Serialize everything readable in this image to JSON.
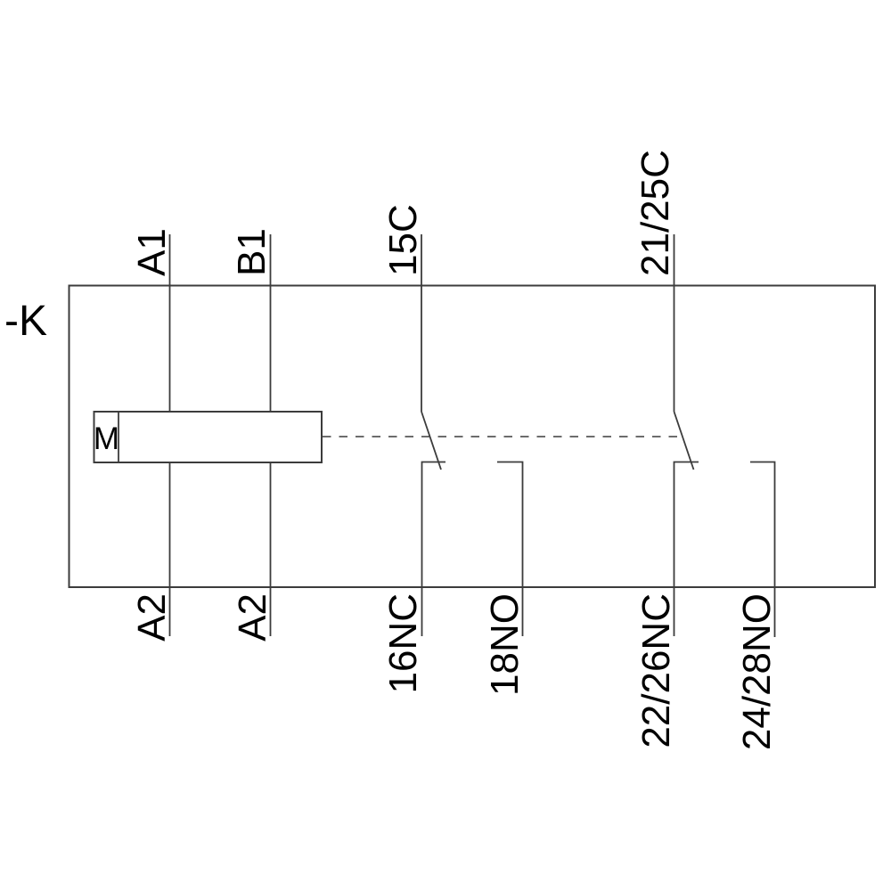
{
  "diagram": {
    "device_label": "-K",
    "coil": {
      "label": "M"
    },
    "top_terminals": [
      {
        "label": "A1"
      },
      {
        "label": "B1"
      },
      {
        "label": "15C"
      },
      {
        "label": "21/25C"
      }
    ],
    "bottom_terminals": [
      {
        "label": "A2"
      },
      {
        "label": "A2"
      },
      {
        "label": "16NC"
      },
      {
        "label": "18NO"
      },
      {
        "label": "22/26NC"
      },
      {
        "label": "24/28NO"
      }
    ],
    "colors": {
      "line": "#3c3c3c",
      "text": "#000000",
      "background": "#ffffff"
    }
  }
}
